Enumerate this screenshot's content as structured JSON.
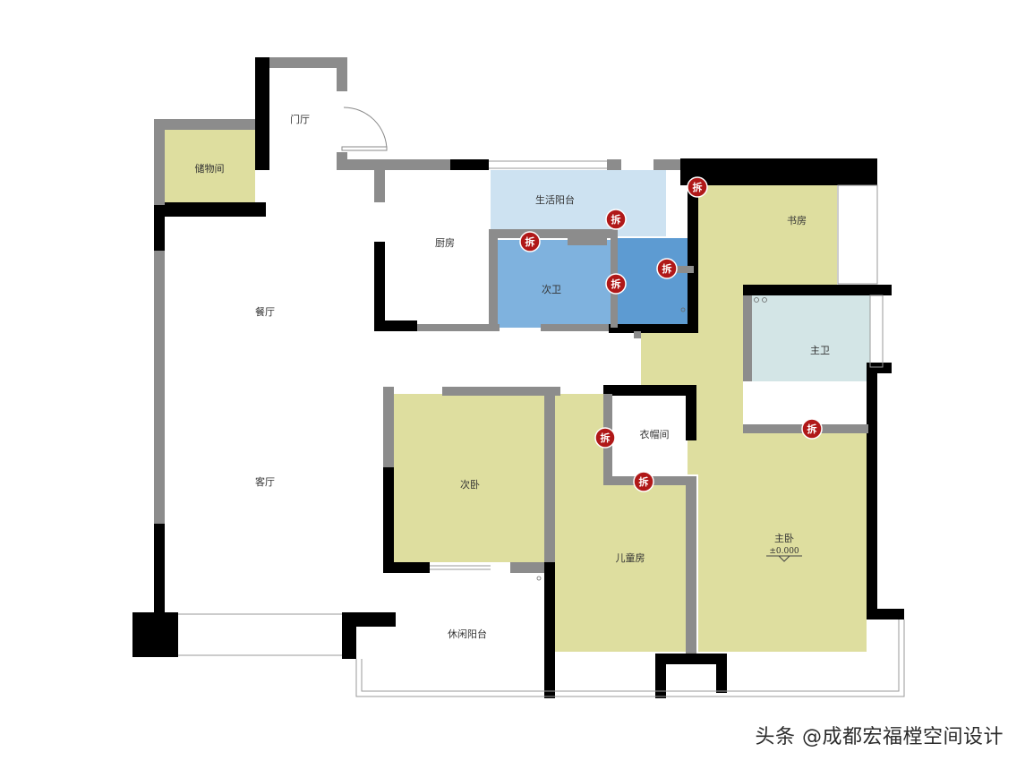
{
  "rooms": {
    "entrance": "门厅",
    "storage": "储物间",
    "dining": "餐厅",
    "living": "客厅",
    "kitchen": "厨房",
    "utility_balcony": "生活阳台",
    "second_bath": "次卫",
    "study": "书房",
    "master_bath": "主卫",
    "walkin_closet": "衣帽间",
    "second_bedroom": "次卧",
    "kids_room": "儿童房",
    "master_bedroom": "主卧",
    "leisure_balcony": "休闲阳台"
  },
  "elevation": "±0.000",
  "demolish_mark": "拆",
  "watermark": "头条 @成都宏福樘空间设计",
  "colors": {
    "wall_black": "#000000",
    "wall_gray": "#8c8c8c",
    "room_olive": "#dede9f",
    "balcony_blue": "#cde2f1",
    "bath_blue": "#7fb2de",
    "bath_blue_dark": "#5d9bd2",
    "master_bath": "#d3e5e6",
    "demolish_red": "#b01818"
  }
}
